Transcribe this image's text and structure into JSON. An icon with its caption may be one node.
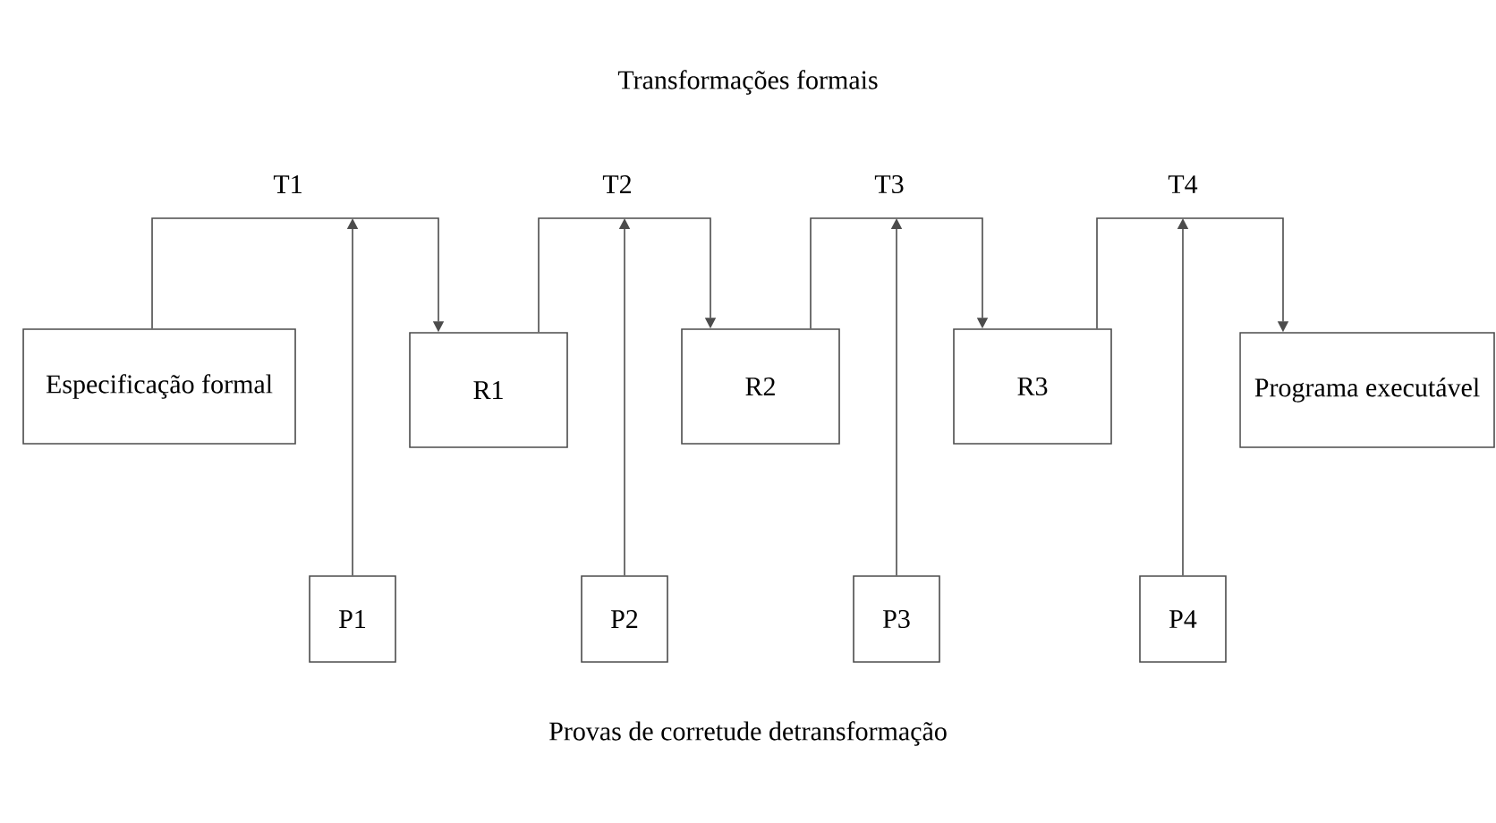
{
  "diagram": {
    "title": "Transformações formais",
    "caption": "Provas de corretude detransformação",
    "nodes": [
      {
        "text": [
          "Especificação formal"
        ]
      },
      {
        "text": [
          "R1"
        ]
      },
      {
        "text": [
          "R2"
        ]
      },
      {
        "text": [
          "R3"
        ]
      },
      {
        "text": [
          "Programa executável"
        ]
      },
      {
        "text": [
          "P1"
        ]
      },
      {
        "text": [
          "P2"
        ]
      },
      {
        "text": [
          "P3"
        ]
      },
      {
        "text": [
          "P4"
        ]
      }
    ],
    "edges": [
      {
        "from": 0,
        "to": 1,
        "arrow": "to",
        "label": "T1"
      },
      {
        "from": 1,
        "to": 2,
        "arrow": "to",
        "label": "T2"
      },
      {
        "from": 2,
        "to": 3,
        "arrow": "to",
        "label": "T3"
      },
      {
        "from": 3,
        "to": 4,
        "arrow": "to",
        "label": "T4"
      },
      {
        "from": 5,
        "to": null,
        "arrow": "to"
      },
      {
        "from": 6,
        "to": null,
        "arrow": "to"
      },
      {
        "from": 7,
        "to": null,
        "arrow": "to"
      },
      {
        "from": 8,
        "to": null,
        "arrow": "to"
      }
    ]
  }
}
